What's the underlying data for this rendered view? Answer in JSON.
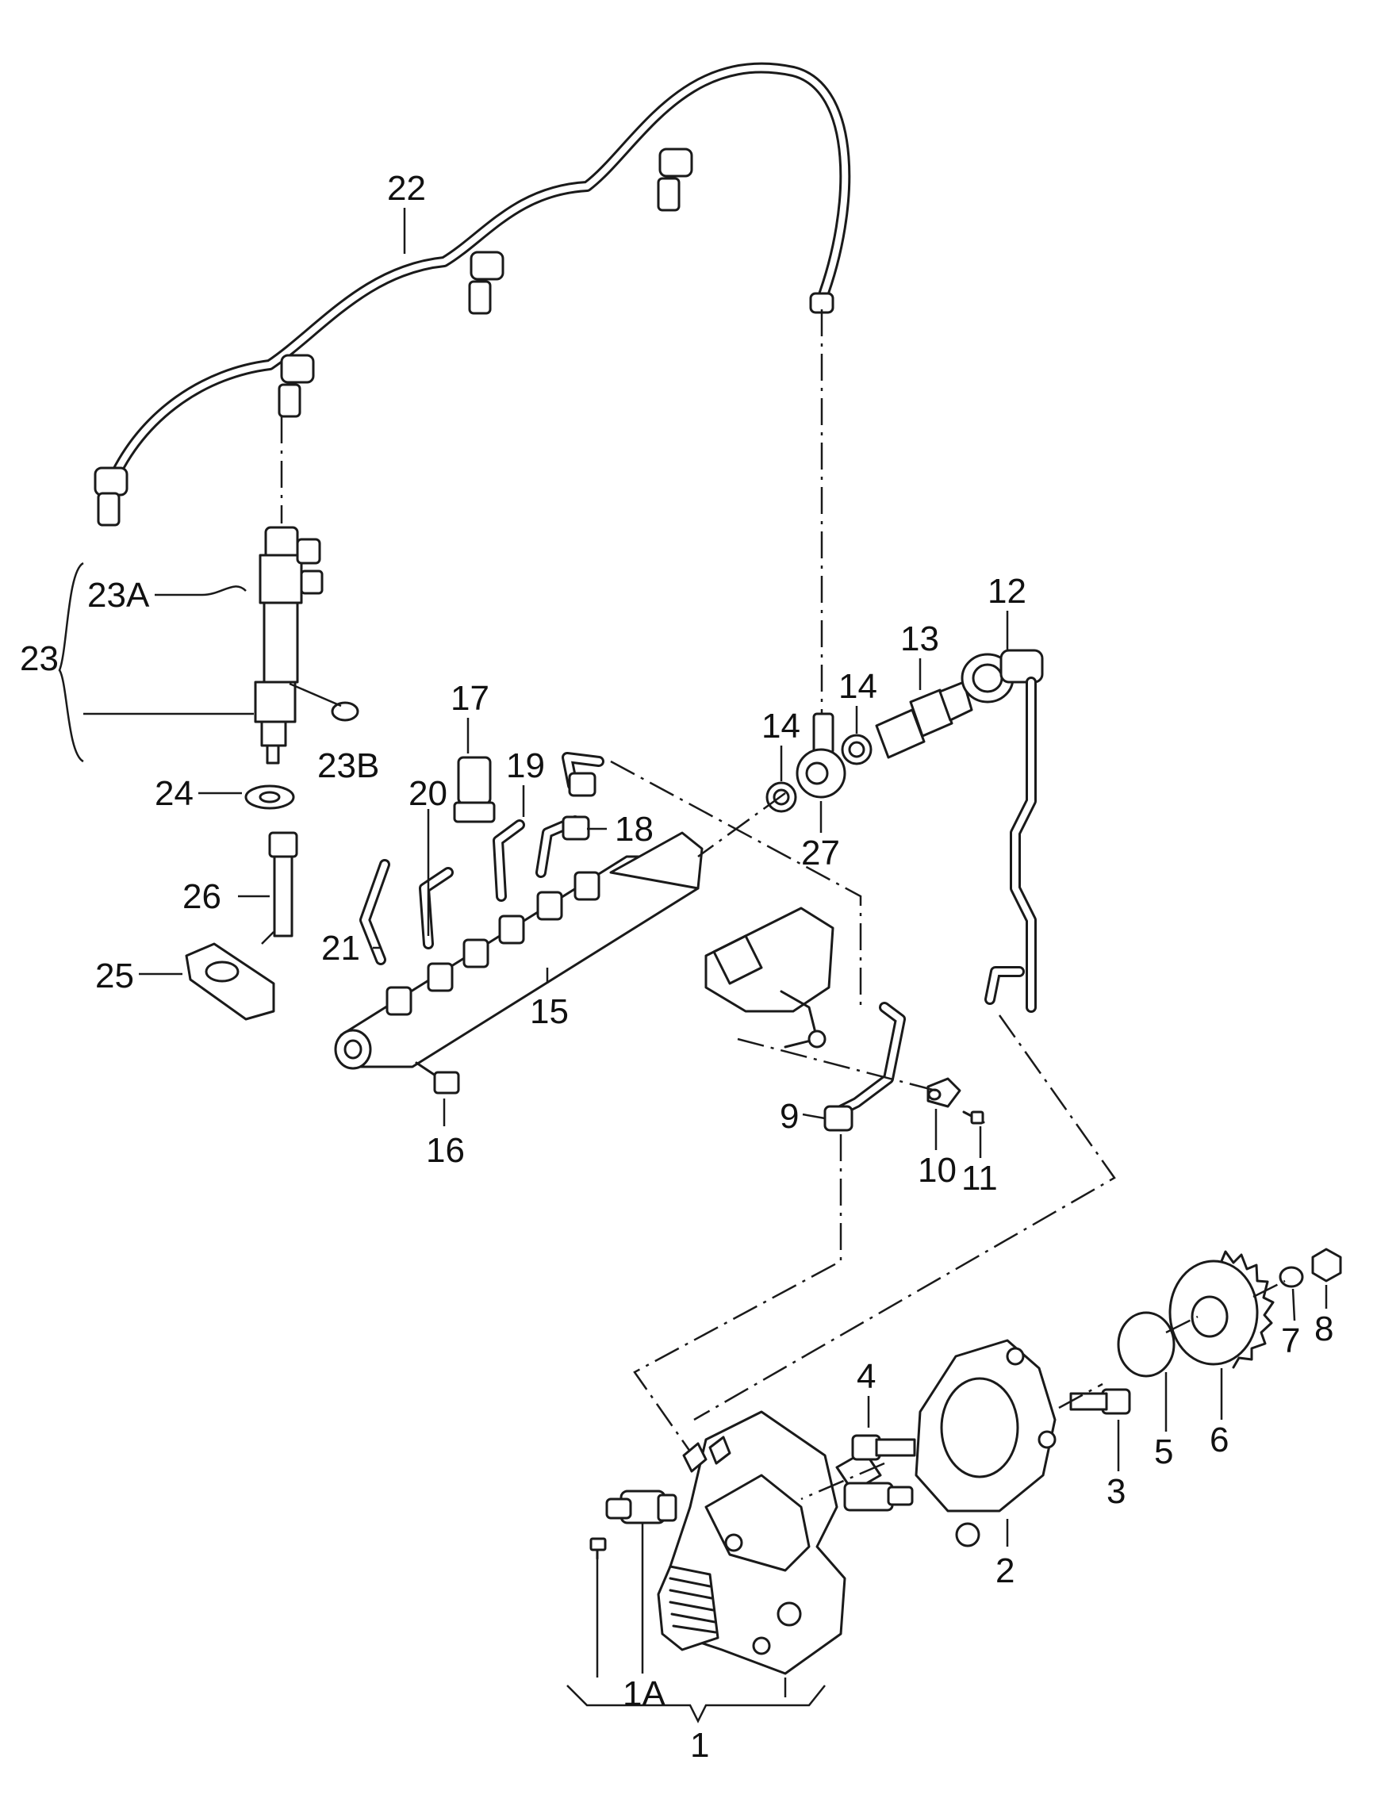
{
  "callouts": {
    "c1": "1",
    "c1A": "1A",
    "c2": "2",
    "c3": "3",
    "c4": "4",
    "c5": "5",
    "c6": "6",
    "c7": "7",
    "c8": "8",
    "c9": "9",
    "c10": "10",
    "c11": "11",
    "c12": "12",
    "c13": "13",
    "c14a": "14",
    "c14b": "14",
    "c15": "15",
    "c16": "16",
    "c17": "17",
    "c18": "18",
    "c19": "19",
    "c20": "20",
    "c21": "21",
    "c22": "22",
    "c23": "23",
    "c23A": "23A",
    "c23B": "23B",
    "c24": "24",
    "c25": "25",
    "c26": "26",
    "c27": "27"
  },
  "colors": {
    "line": "#1a1a1a",
    "background": "#ffffff"
  }
}
